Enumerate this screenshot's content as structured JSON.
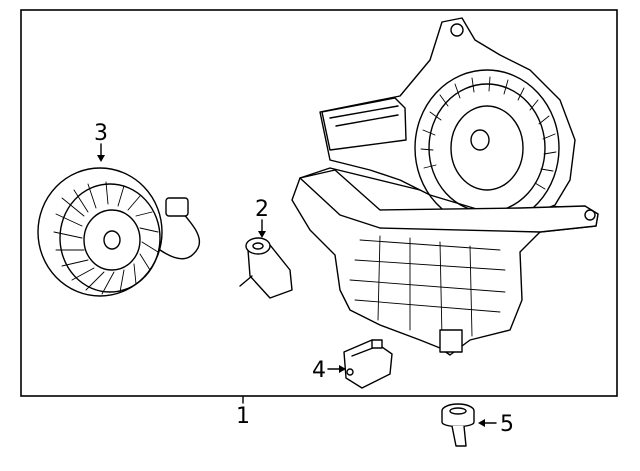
{
  "callouts": {
    "c1": "1",
    "c2": "2",
    "c3": "3",
    "c4": "4",
    "c5": "5"
  },
  "parts": [
    {
      "callout": "1",
      "icon": "hvac-housing-assembly-icon"
    },
    {
      "callout": "2",
      "icon": "resistor-sensor-icon"
    },
    {
      "callout": "3",
      "icon": "blower-motor-icon"
    },
    {
      "callout": "4",
      "icon": "actuator-icon"
    },
    {
      "callout": "5",
      "icon": "grommet-clip-icon"
    }
  ],
  "colors": {
    "line": "#000000",
    "background": "#ffffff"
  }
}
